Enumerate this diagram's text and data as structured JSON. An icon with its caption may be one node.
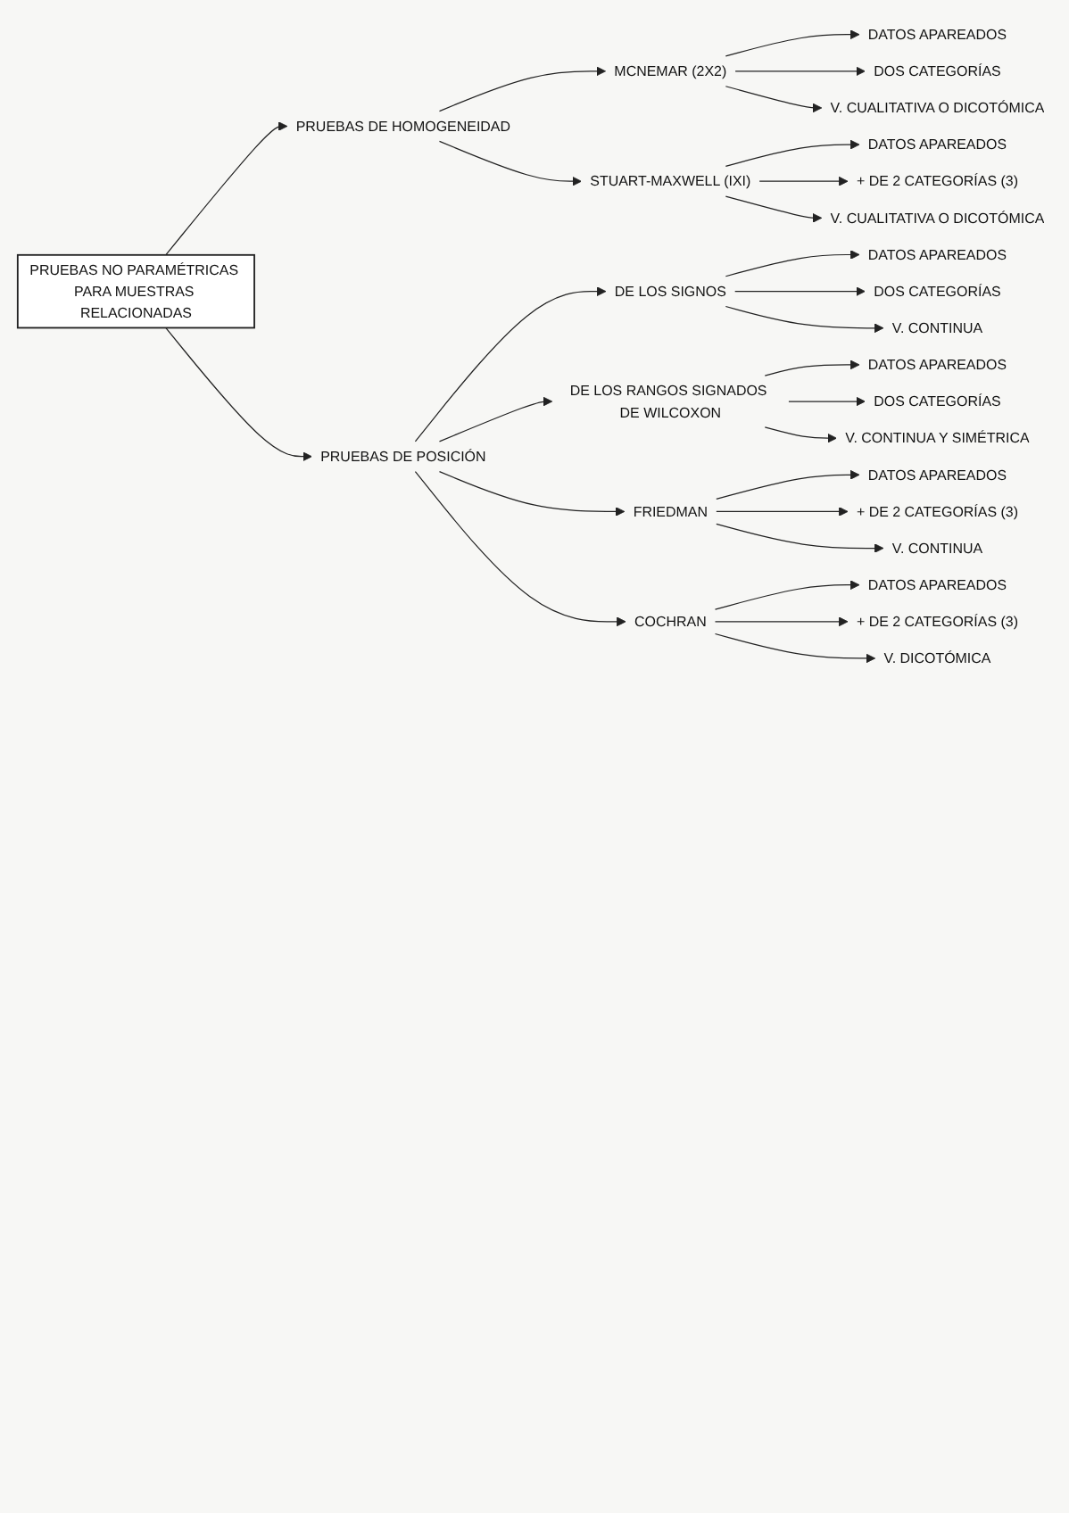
{
  "diagram": {
    "nodes": [
      {
        "text": [
          "PRUEBAS NO PARAMÉTRICAS PARA MUESTRAS RELACIONADAS"
        ]
      },
      {
        "text": [
          "PRUEBAS DE HOMOGENEIDAD"
        ]
      },
      {
        "text": [
          "MCNEMAR (2X2)"
        ]
      },
      {
        "text": [
          "DATOS APAREADOS"
        ]
      },
      {
        "text": [
          "DOS CATEGORÍAS"
        ]
      },
      {
        "text": [
          "V. CUALITATIVA O DICOTÓMICA"
        ]
      },
      {
        "text": [
          "STUART-MAXWELL (IXI)"
        ]
      },
      {
        "text": [
          "DATOS APAREADOS"
        ]
      },
      {
        "text": [
          "+ DE 2 CATEGORÍAS (3)"
        ]
      },
      {
        "text": [
          "V. CUALITATIVA O DICOTÓMICA"
        ]
      },
      {
        "text": [
          "PRUEBAS DE POSICIÓN"
        ]
      },
      {
        "text": [
          "DE LOS SIGNOS"
        ]
      },
      {
        "text": [
          "DATOS APAREADOS"
        ]
      },
      {
        "text": [
          "DOS CATEGORÍAS"
        ]
      },
      {
        "text": [
          "V. CONTINUA"
        ]
      },
      {
        "text": [
          "DE LOS RANGOS SIGNADOS DE WILCOXON"
        ]
      },
      {
        "text": [
          "DATOS APAREADOS"
        ]
      },
      {
        "text": [
          "DOS CATEGORÍAS"
        ]
      },
      {
        "text": [
          "V. CONTINUA Y SIMÉTRICA"
        ]
      },
      {
        "text": [
          "FRIEDMAN"
        ]
      },
      {
        "text": [
          "DATOS APAREADOS"
        ]
      },
      {
        "text": [
          "+ DE 2 CATEGORÍAS (3)"
        ]
      },
      {
        "text": [
          "V. CONTINUA"
        ]
      },
      {
        "text": [
          "COCHRAN"
        ]
      },
      {
        "text": [
          "DATOS APAREADOS"
        ]
      },
      {
        "text": [
          "+ DE 2 CATEGORÍAS (3)"
        ]
      },
      {
        "text": [
          "V. DICOTÓMICA"
        ]
      }
    ],
    "edges": [
      {
        "from": 0,
        "to": 1,
        "arrow": "to"
      },
      {
        "from": 0,
        "to": 10,
        "arrow": "to"
      },
      {
        "from": 1,
        "to": 2,
        "arrow": "to"
      },
      {
        "from": 2,
        "to": 3,
        "arrow": "to"
      },
      {
        "from": 2,
        "to": 4,
        "arrow": "to"
      },
      {
        "from": 2,
        "to": 5,
        "arrow": "to"
      },
      {
        "from": 1,
        "to": 6,
        "arrow": "to"
      },
      {
        "from": 6,
        "to": 7,
        "arrow": "to"
      },
      {
        "from": 6,
        "to": 8,
        "arrow": "to"
      },
      {
        "from": 6,
        "to": 9,
        "arrow": "to"
      },
      {
        "from": 10,
        "to": 11,
        "arrow": "to"
      },
      {
        "from": 11,
        "to": 12,
        "arrow": "to"
      },
      {
        "from": 11,
        "to": 13,
        "arrow": "to"
      },
      {
        "from": 11,
        "to": 14,
        "arrow": "to"
      },
      {
        "from": 10,
        "to": 15,
        "arrow": "to"
      },
      {
        "from": 15,
        "to": 16,
        "arrow": "to"
      },
      {
        "from": 15,
        "to": 17,
        "arrow": "to"
      },
      {
        "from": 15,
        "to": 18,
        "arrow": "to"
      },
      {
        "from": 10,
        "to": 19,
        "arrow": "to"
      },
      {
        "from": 19,
        "to": 20,
        "arrow": "to"
      },
      {
        "from": 19,
        "to": 21,
        "arrow": "to"
      },
      {
        "from": 19,
        "to": 22,
        "arrow": "to"
      },
      {
        "from": 10,
        "to": 23,
        "arrow": "to"
      },
      {
        "from": 23,
        "to": 24,
        "arrow": "to"
      },
      {
        "from": 23,
        "to": 25,
        "arrow": "to"
      },
      {
        "from": 23,
        "to": 26,
        "arrow": "to"
      }
    ]
  }
}
